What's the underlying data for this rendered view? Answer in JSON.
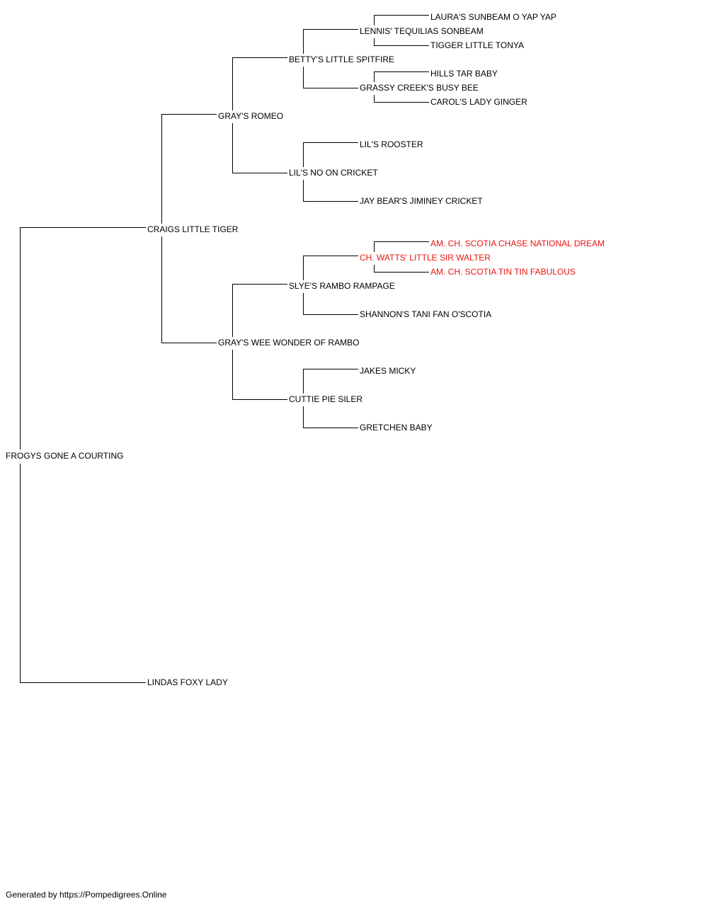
{
  "pedigree": {
    "subject": "FROGYS GONE A COURTING",
    "sire": "CRAIGS LITTLE TIGER",
    "dam": "LINDAS FOXY LADY",
    "sire_sire": "GRAY'S ROMEO",
    "sire_dam": "GRAY'S WEE WONDER OF RAMBO",
    "ss_sire": "BETTY'S LITTLE SPITFIRE",
    "ss_dam": "LIL'S NO ON CRICKET",
    "sd_sire": "SLYE'S RAMBO RAMPAGE",
    "sd_dam": "CUTTIE PIE SILER",
    "sss_sire": "LENNIS' TEQUILIAS SONBEAM",
    "sss_dam": "GRASSY CREEK'S BUSY BEE",
    "ssd_sire": "LIL'S ROOSTER",
    "ssd_dam": "JAY BEAR'S JIMINEY CRICKET",
    "sds_sire": "CH. WATTS' LITTLE SIR WALTER",
    "sds_dam": "SHANNON'S TANI FAN O'SCOTIA",
    "sdd_sire": "JAKES MICKY",
    "sdd_dam": "GRETCHEN BABY",
    "ssss_sire": "LAURA'S SUNBEAM O YAP YAP",
    "ssss_dam": "TIGGER LITTLE TONYA",
    "sssd_sire": "HILLS TAR BABY",
    "sssd_dam": "CAROL'S LADY GINGER",
    "sdss_sire": "AM. CH. SCOTIA CHASE NATIONAL DREAM",
    "sdss_dam": "AM. CH. SCOTIA TIN TIN FABULOUS"
  },
  "champion_color": "#e8140f",
  "line_color": "#000000",
  "footer": "Generated by https://Pompedigrees.Online"
}
